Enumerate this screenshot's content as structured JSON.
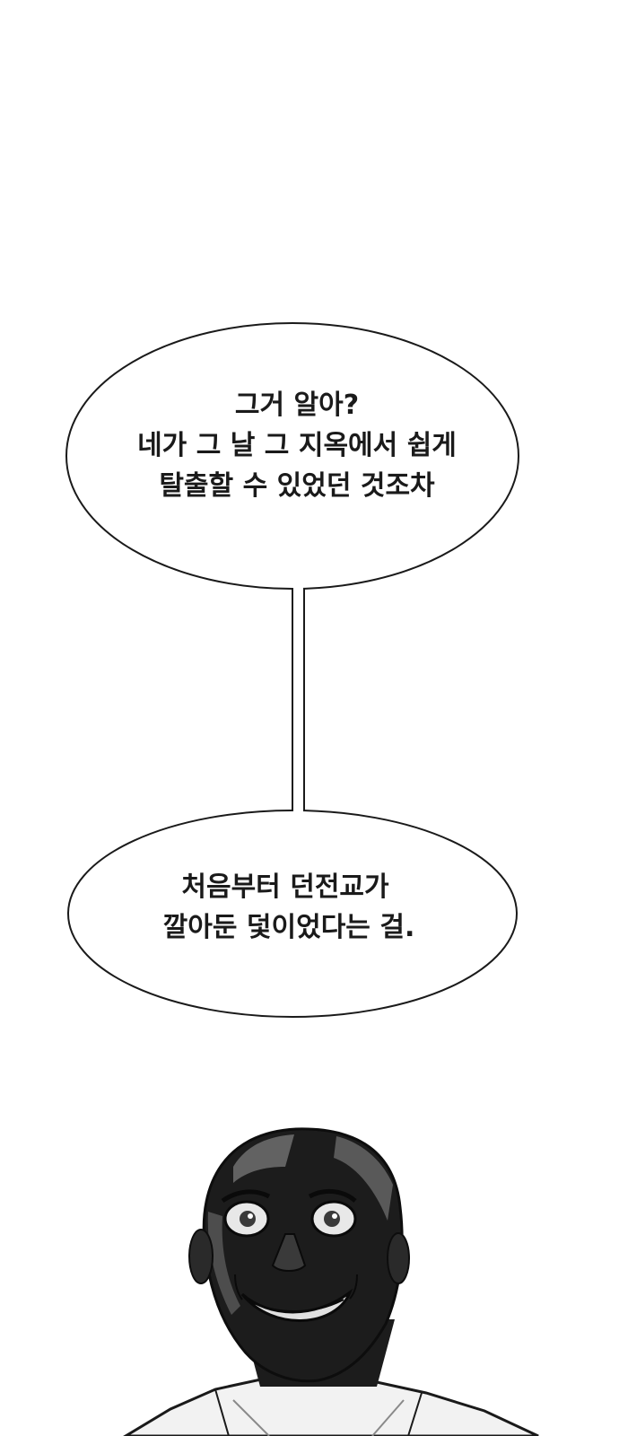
{
  "page": {
    "background_color": "#ffffff"
  },
  "bubbles": [
    {
      "lines": [
        "그거 알아?",
        "네가 그 날 그 지옥에서 쉽게",
        "탈출할 수 있었던 것조차"
      ]
    },
    {
      "lines": [
        "처음부터 던전교가",
        "깔아둔 덫이었다는 걸."
      ]
    }
  ],
  "character": {
    "icon": "bald-man-face-icon",
    "skin_color": "#1c1c1c",
    "highlight_color": "#6e6e6e",
    "eye_color": "#e8e8e8"
  }
}
